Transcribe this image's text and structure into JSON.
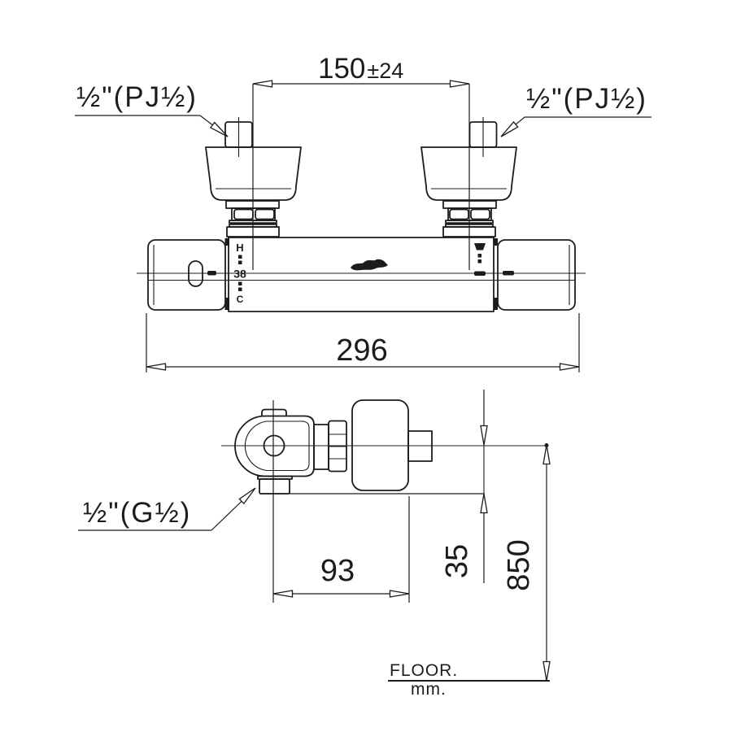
{
  "drawing": {
    "front_view": {
      "wall_spacing_value": "150",
      "wall_spacing_tolerance": "±24",
      "inlet_left_label": "½\"(PJ½)",
      "inlet_right_label": "½\"(PJ½)",
      "body_width": "296",
      "temp_indicator": {
        "hot": "H",
        "set_temp": "38",
        "cold": "C"
      }
    },
    "side_view": {
      "outlet_label": "½\"(G½)",
      "depth": "93",
      "outlet_offset": "35",
      "mounting_height": "850"
    },
    "footer": {
      "floor_label": "FLOOR.",
      "unit_label": "mm."
    },
    "colors": {
      "line": "#1c1c1c",
      "background": "#ffffff"
    },
    "icons": {
      "shower": "shower-icon",
      "brand": "brand-logo"
    }
  }
}
